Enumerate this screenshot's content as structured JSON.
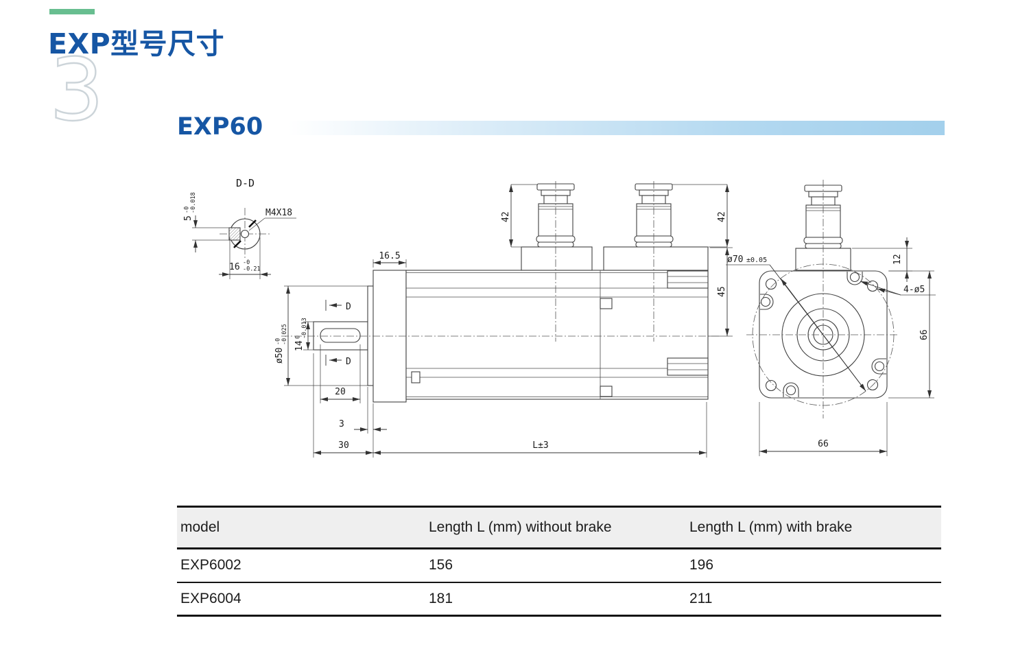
{
  "page": {
    "doc_title": "EXP型号尺寸",
    "section_number": "3",
    "model_heading": "EXP60"
  },
  "drawing": {
    "section_view_label": "D-D",
    "thread_callout": "M4X18",
    "section_marker_upper": "D",
    "section_marker_lower": "D",
    "dims": {
      "key_height": {
        "main": "5",
        "sup": "-0",
        "sub": "-0.018"
      },
      "section_width": {
        "main": "16",
        "sup": "-0",
        "sub": "-0.21"
      },
      "flange_thickness": "16.5",
      "connector_height_left": "42",
      "connector_height_right": "42",
      "top_to_axis": "45",
      "spigot_diameter": {
        "main": "ø50",
        "sup": "-0",
        "sub": "-0.025"
      },
      "shaft_diameter": {
        "main": "14",
        "sup": "0",
        "sub": "-0.013"
      },
      "key_length": "20",
      "spigot_thickness": "3",
      "shaft_length": "30",
      "body_length": "L±3",
      "pilot_diameter": {
        "main": "ø70",
        "tol": "±0.05"
      },
      "boss_height": "12",
      "mounting_holes": "4-ø5",
      "flange_height": "66",
      "flange_width": "66"
    }
  },
  "table": {
    "headers": [
      "model",
      "Length L (mm) without brake",
      "Length L (mm) with brake"
    ],
    "rows": [
      {
        "model": "EXP6002",
        "without_brake": "156",
        "with_brake": "196"
      },
      {
        "model": "EXP6004",
        "without_brake": "181",
        "with_brake": "211"
      }
    ]
  },
  "colors": {
    "accent_green": "#68be90",
    "heading_blue": "#1656a4",
    "band_blue": "#a3d0ec",
    "table_header_bg": "#efefef",
    "line_color": "#3f3f3f"
  }
}
